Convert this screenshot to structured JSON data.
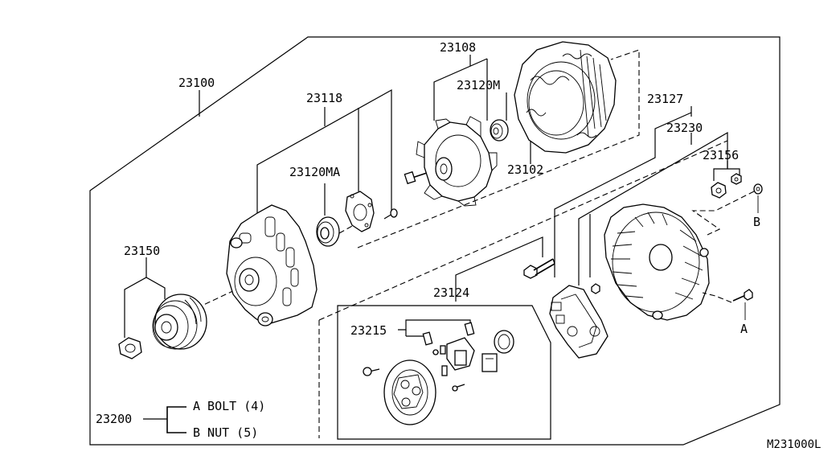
{
  "labels": {
    "p23100": "23100",
    "p23118": "23118",
    "p23120MA": "23120MA",
    "p23108": "23108",
    "p23120M": "23120M",
    "p23102": "23102",
    "p23127": "23127",
    "p23230": "23230",
    "p23156": "23156",
    "p23150": "23150",
    "p23124": "23124",
    "p23215": "23215",
    "p23200": "23200",
    "markerA": "A",
    "markerB": "B"
  },
  "legend": {
    "boltText": "A BOLT (4)",
    "nutText": "B NUT (5)"
  },
  "figureCode": "M231000L"
}
